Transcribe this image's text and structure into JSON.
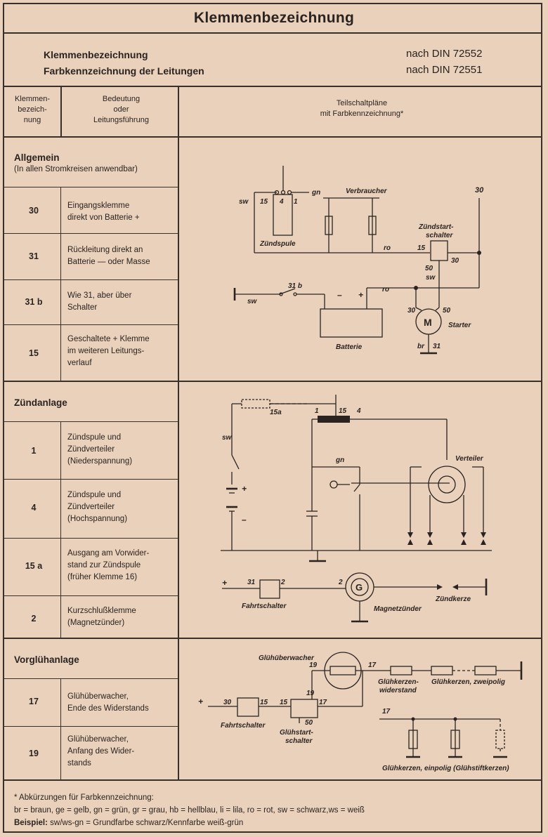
{
  "title": "Klemmenbezeichnung",
  "subheader": {
    "line1": "Klemmenbezeichnung",
    "line2": "Farbkennzeichnung der Leitungen",
    "din1": "nach DIN 72552",
    "din2": "nach DIN 72551"
  },
  "columns": {
    "c1": [
      "Klemmen-",
      "bezeich-",
      "nung"
    ],
    "c2": [
      "Bedeutung",
      "oder",
      "Leitungsführung"
    ],
    "c3": [
      "Teilschaltpläne",
      "mit Farbkennzeichnung*"
    ]
  },
  "sections": [
    {
      "title": "Allgemein",
      "subtitle": "(In allen Stromkreisen anwendbar)",
      "rows": [
        {
          "code": "30",
          "desc": [
            "Eingangsklemme",
            "direkt von Batterie +"
          ]
        },
        {
          "code": "31",
          "desc": [
            "Rückleitung direkt an",
            "Batterie — oder Masse"
          ]
        },
        {
          "code": "31 b",
          "desc": [
            "Wie 31, aber über",
            "Schalter"
          ]
        },
        {
          "code": "15",
          "desc": [
            "Geschaltete + Klemme",
            "im weiteren Leitungs-",
            "verlauf"
          ]
        }
      ]
    },
    {
      "title": "Zündanlage",
      "rows": [
        {
          "code": "1",
          "desc": [
            "Zündspule und",
            "Zündverteiler",
            "(Niederspannung)"
          ]
        },
        {
          "code": "4",
          "desc": [
            "Zündspule und",
            "Zündverteiler",
            "(Hochspannung)"
          ]
        },
        {
          "code": "15 a",
          "desc": [
            "Ausgang am Vorwider-",
            "stand zur Zündspule",
            "(früher Klemme 16)"
          ]
        },
        {
          "code": "2",
          "desc": [
            "Kurzschlußklemme",
            "(Magnetzünder)"
          ]
        }
      ]
    },
    {
      "title": "Vorglühanlage",
      "rows": [
        {
          "code": "17",
          "desc": [
            "Glühüberwacher,",
            "Ende des Widerstands"
          ]
        },
        {
          "code": "19",
          "desc": [
            "Glühüberwacher,",
            "Anfang des Wider-",
            "stands"
          ]
        }
      ]
    }
  ],
  "diagram_labels": {
    "a_sw": "sw",
    "a_15": "15",
    "a_4": "4",
    "a_1": "1",
    "a_gn": "gn",
    "a_zuendspule": "Zündspule",
    "a_verbraucher": "Verbraucher",
    "a_30": "30",
    "a_zuendstart": "Zündstart-",
    "a_schalter": "schalter",
    "a_ro1": "ro",
    "a_s15": "15",
    "a_s30": "30",
    "a_s50": "50",
    "a_ssw": "sw",
    "a_sw2": "sw",
    "a_31b": "31 b",
    "a_minus": "–",
    "a_plus": "+",
    "a_ro2": "ro",
    "a_batterie": "Batterie",
    "a_m30": "30",
    "a_m50": "50",
    "a_M": "M",
    "a_starter": "Starter",
    "a_br": "br",
    "a_31": "31",
    "b_15a": "15a",
    "b_1": "1",
    "b_15": "15",
    "b_4": "4",
    "b_sw": "sw",
    "b_gn": "gn",
    "b_verteiler": "Verteiler",
    "b_plus": "+",
    "b_minus": "–",
    "b_p": "+",
    "b_31": "31",
    "b_2": "2",
    "b_2b": "2",
    "b_G": "G",
    "b_fahrschalter": "Fahrtschalter",
    "b_magnet": "Magnetzünder",
    "b_kerze": "Zündkerze",
    "c_glueh": "Glühüberwacher",
    "c_19": "19",
    "c_17": "17",
    "c_kerzen1": "Glühkerzen-",
    "c_kerzen2": "widerstand",
    "c_zweipolig": "Glühkerzen, zweipolig",
    "c_p": "+",
    "c_30": "30",
    "c_15": "15",
    "c_15b": "15",
    "c_19b": "19",
    "c_17b": "17",
    "c_50": "50",
    "c_fahr": "Fahrtschalter",
    "c_gs1": "Glühstart-",
    "c_gs2": "schalter",
    "c_17c": "17",
    "c_einpolig": "Glühkerzen, einpolig (Glühstiftkerzen)"
  },
  "footnote": {
    "line1": "* Abkürzungen für Farbkennzeichnung:",
    "line2": "br = braun, ge = gelb, gn = grün, gr = grau, hb = hellblau, li = lila, ro = rot, sw = schwarz,ws = weiß",
    "line3_bold": "Beispiel:",
    "line3": "sw/ws-gn = Grundfarbe schwarz/Kennfarbe weiß-grün"
  }
}
